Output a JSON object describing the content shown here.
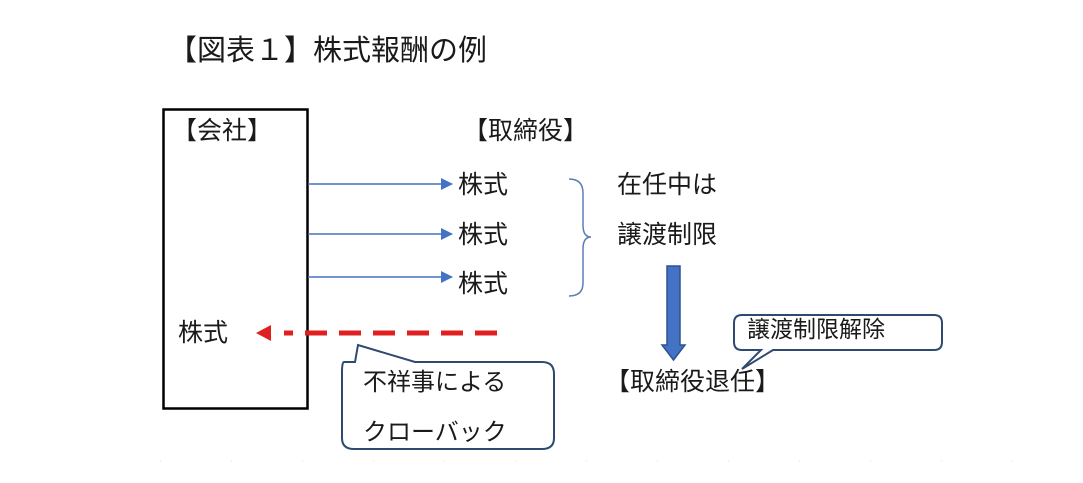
{
  "title": "【図表１】株式報酬の例",
  "company": {
    "label": "【会社】",
    "returned_stock": "株式"
  },
  "director": {
    "label": "【取締役】",
    "stocks": [
      "株式",
      "株式",
      "株式"
    ],
    "restriction": [
      "在任中は",
      "譲渡制限"
    ],
    "retirement": "【取締役退任】"
  },
  "release_callout": "譲渡制限解除",
  "clawback_callout": [
    "不祥事による",
    "クローバック"
  ],
  "colors": {
    "grant_arrow": "#4472c4",
    "clawback_arrow": "#e02020",
    "down_arrow": "#4472c4",
    "down_arrow_outline": "#2f528f",
    "callout_border": "#2f4a70",
    "brace": "#5b7db8"
  }
}
